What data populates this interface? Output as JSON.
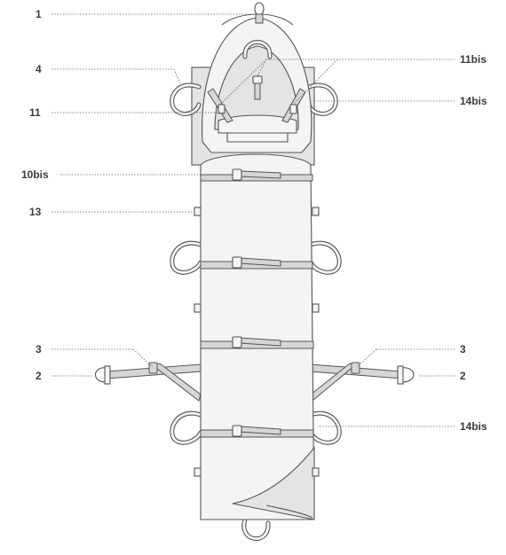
{
  "callouts": {
    "c1": "1",
    "c4": "4",
    "c11": "11",
    "c10bis": "10bis",
    "c13": "13",
    "c3_left": "3",
    "c2_left": "2",
    "c11bis": "11bis",
    "c14bis_top": "14bis",
    "c3_right": "3",
    "c2_right": "2",
    "c14bis_bottom": "14bis"
  },
  "colors": {
    "outline": "#555555",
    "strap_fill": "#d6d6d6",
    "body_fill": "#f4f4f4",
    "shadow_fill": "#e4e4e4",
    "leader": "#666666",
    "label": "#3a3a3a"
  }
}
